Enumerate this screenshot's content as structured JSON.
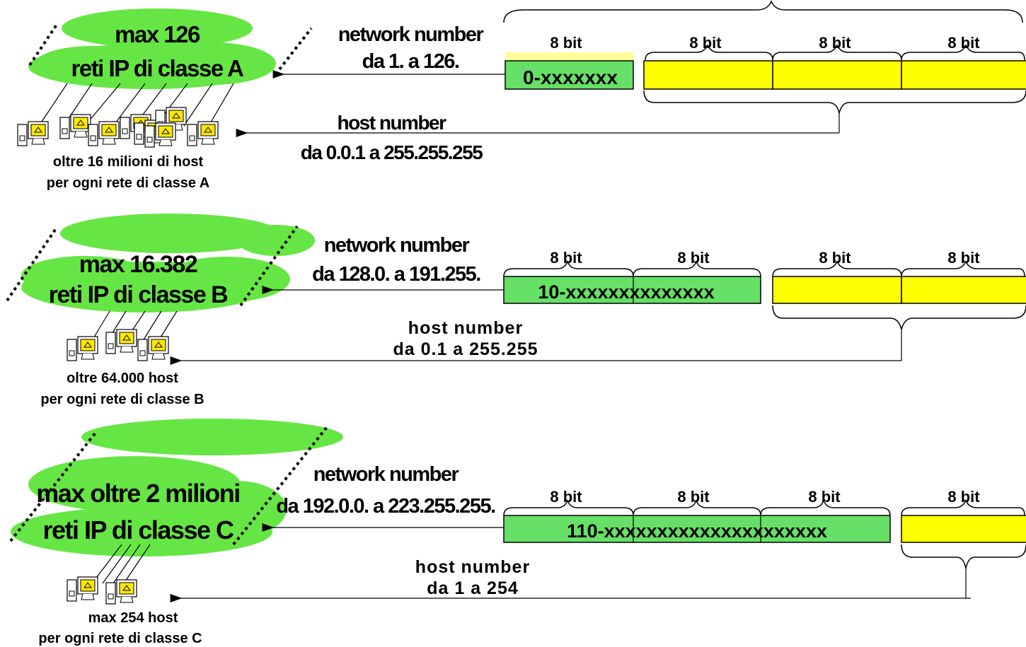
{
  "colors": {
    "network_field": "#66e066",
    "host_field": "#ffff00",
    "cloud": "#66e644"
  },
  "icons": [
    "computer-icon",
    "cloud-shape",
    "arrow-left-icon"
  ],
  "bits_label": "8 bit",
  "classA": {
    "cloud_line1": "max 126",
    "cloud_line2": "reti IP di classe A",
    "network_label_1": "network number",
    "network_label_2": "da 1. a 126.",
    "field_text": "0-xxxxxxx",
    "host_label_1": "host number",
    "host_label_2": "da 0.0.1 a 255.255.255",
    "hosts_caption_1": "oltre 16 milioni di host",
    "hosts_caption_2": "per ogni rete di classe A"
  },
  "classB": {
    "cloud_line1": "max 16.382",
    "cloud_line2": "reti IP di classe B",
    "network_label_1": "network number",
    "network_label_2": "da 128.0. a 191.255.",
    "field_text": "10-xxxxxxxxxxxxxx",
    "host_label_1": "host number",
    "host_label_2": "da 0.1 a 255.255",
    "hosts_caption_1": "oltre 64.000 host",
    "hosts_caption_2": "per ogni rete di classe B"
  },
  "classC": {
    "cloud_line1": "max oltre 2 milioni",
    "cloud_line2": "reti IP di classe C",
    "network_label_1": "network number",
    "network_label_2": "da 192.0.0. a 223.255.255.",
    "field_text": "110-xxxxxxxxxxxxxxxxxxxxx",
    "host_label_1": "host number",
    "host_label_2": "da 1 a 254",
    "hosts_caption_1": "max 254 host",
    "hosts_caption_2": "per ogni rete di classe C"
  }
}
